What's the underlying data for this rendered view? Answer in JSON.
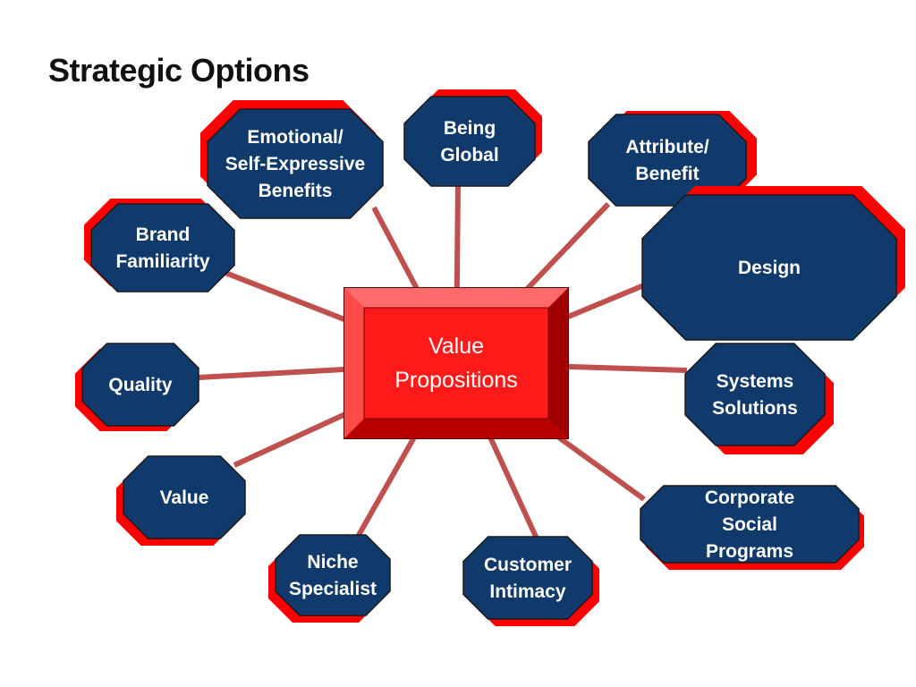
{
  "title": "Strategic Options",
  "colors": {
    "node_fill": "#0f3a6b",
    "node_shadow": "#ff0000",
    "connector": "#c0504d",
    "hub_fill": "#ff1a1a",
    "hub_frame": "#e01010",
    "text": "#ffffff"
  },
  "hub": {
    "lines": [
      "Value",
      "Propositions"
    ]
  },
  "nodes": [
    {
      "id": "emotional",
      "lines": [
        "Emotional/",
        "Self-Expressive",
        "Benefits"
      ]
    },
    {
      "id": "being-global",
      "lines": [
        "Being",
        "Global"
      ]
    },
    {
      "id": "attribute-benefit",
      "lines": [
        "Attribute/",
        "Benefit"
      ]
    },
    {
      "id": "brand-familiarity",
      "lines": [
        "Brand",
        "Familiarity"
      ]
    },
    {
      "id": "design",
      "lines": [
        "Design"
      ]
    },
    {
      "id": "quality",
      "lines": [
        "Quality"
      ]
    },
    {
      "id": "systems-solutions",
      "lines": [
        "Systems",
        "Solutions"
      ]
    },
    {
      "id": "value",
      "lines": [
        "Value"
      ]
    },
    {
      "id": "corporate-social",
      "lines": [
        "Corporate",
        "Social",
        "Programs"
      ]
    },
    {
      "id": "niche-specialist",
      "lines": [
        "Niche",
        "Specialist"
      ]
    },
    {
      "id": "customer-intimacy",
      "lines": [
        "Customer",
        "Intimacy"
      ]
    }
  ]
}
